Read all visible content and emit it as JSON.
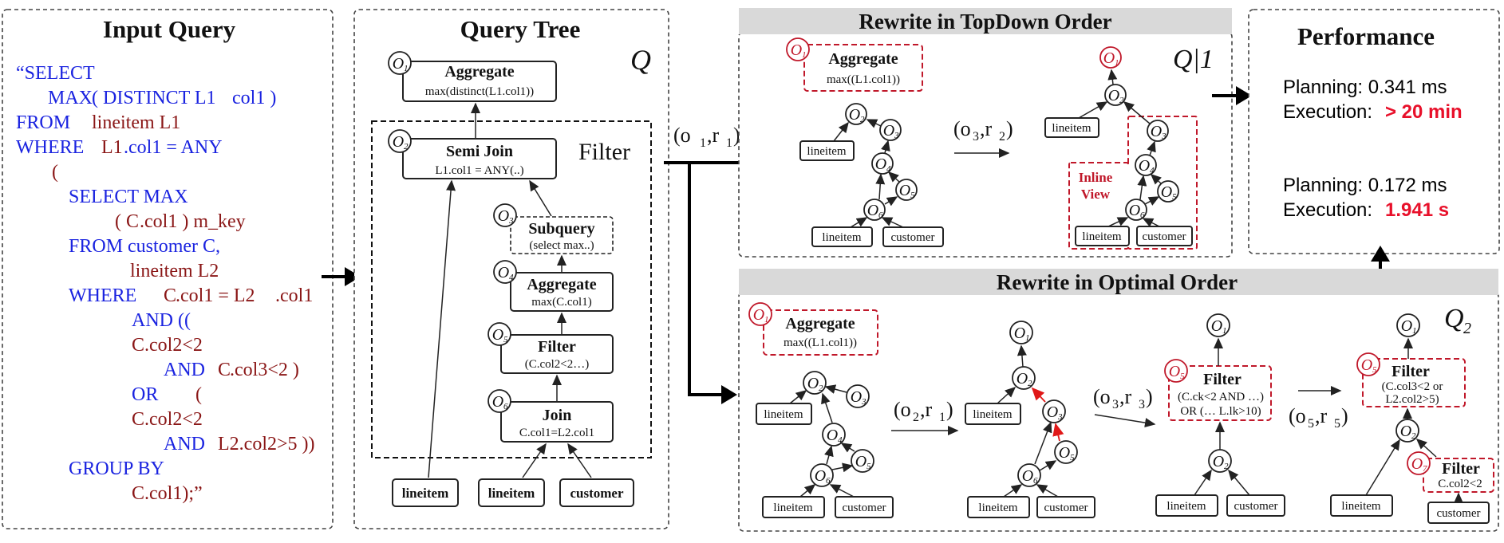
{
  "panels": {
    "input_query": "Input Query",
    "query_tree": "Query Tree",
    "topdown": "Rewrite in TopDown Order",
    "optimal": "Rewrite in Optimal Order",
    "performance": "Performance"
  },
  "sql": [
    "“SELECT",
    "MAX",
    "( DISTINCT L1",
    ".",
    "col1 )",
    "FROM",
    "lineitem L1",
    "WHERE",
    "L1",
    ".col1 = ANY",
    "(",
    "SELECT MAX",
    "( C",
    ".col1 ) m_key",
    "FROM customer C,",
    "lineitem L2",
    "WHERE",
    "C",
    ".col1 = L2",
    ".col1",
    "AND ((",
    "C.col2<2",
    "AND",
    "C",
    ".col3<2 )",
    "OR",
    "(",
    "C.col2<2",
    "AND",
    "L2.col2>5 ))",
    "GROUP BY",
    "C.col1);”"
  ],
  "tree": {
    "q_label": "Q",
    "filter_label": "Filter",
    "nodes": [
      {
        "id": "O1",
        "title": "Aggregate",
        "sub": "max(distinct(L1.col1))"
      },
      {
        "id": "O2",
        "title": "Semi Join",
        "sub": "L1.col1 = ANY(..)"
      },
      {
        "id": "O3",
        "title": "Subquery",
        "sub": "(select max..)"
      },
      {
        "id": "O4",
        "title": "Aggregate",
        "sub": "max(C.col1)"
      },
      {
        "id": "O5",
        "title": "Filter",
        "sub": "(C.col2<2…)"
      },
      {
        "id": "O6",
        "title": "Join",
        "sub": "C.col1=L2.col1"
      }
    ],
    "leaves": [
      "lineitem",
      "lineitem",
      "customer"
    ]
  },
  "labels": {
    "o1": "O",
    "s1": "1",
    "s2": "2",
    "s3": "3",
    "s4": "4",
    "s5": "5",
    "s6": "6",
    "s7": "7",
    "o1r1": "(o",
    "r": ",r",
    "close": ")"
  },
  "topdown": {
    "q_label": "Q|1",
    "aggregate": "Aggregate",
    "aggregate_sub": "max((L1.col1))",
    "op": "(o3,r2)",
    "inline1": "Inline",
    "inline2": "View",
    "leaf_lineitem": "lineitem",
    "leaf_customer": "customer"
  },
  "optimal": {
    "q_label": "Q2",
    "aggregate": "Aggregate",
    "aggregate_sub": "max((L1.col1))",
    "filter": "Filter",
    "filter_sub1": "(C.ck<2 AND …)",
    "filter_sub2": "OR (… L.lk>10)",
    "filter2_sub1": "(C.col3<2 or",
    "filter2_sub2": "L2.col2>5)",
    "filter3_sub": "C.col2<2",
    "leaf_lineitem": "lineitem",
    "leaf_customer": "customer"
  },
  "performance": {
    "planning1_label": "Planning: 0.341 ms",
    "execution1_label": "Execution:",
    "execution1_value": "> 20 min",
    "planning2_label": "Planning: 0.172 ms",
    "execution2_label": "Execution:",
    "execution2_value": "1.941 s"
  },
  "colors": {
    "red": "#c0182a",
    "bright_red": "#e8102a",
    "blue": "#1a23e0",
    "dark_red": "#8a1616"
  }
}
